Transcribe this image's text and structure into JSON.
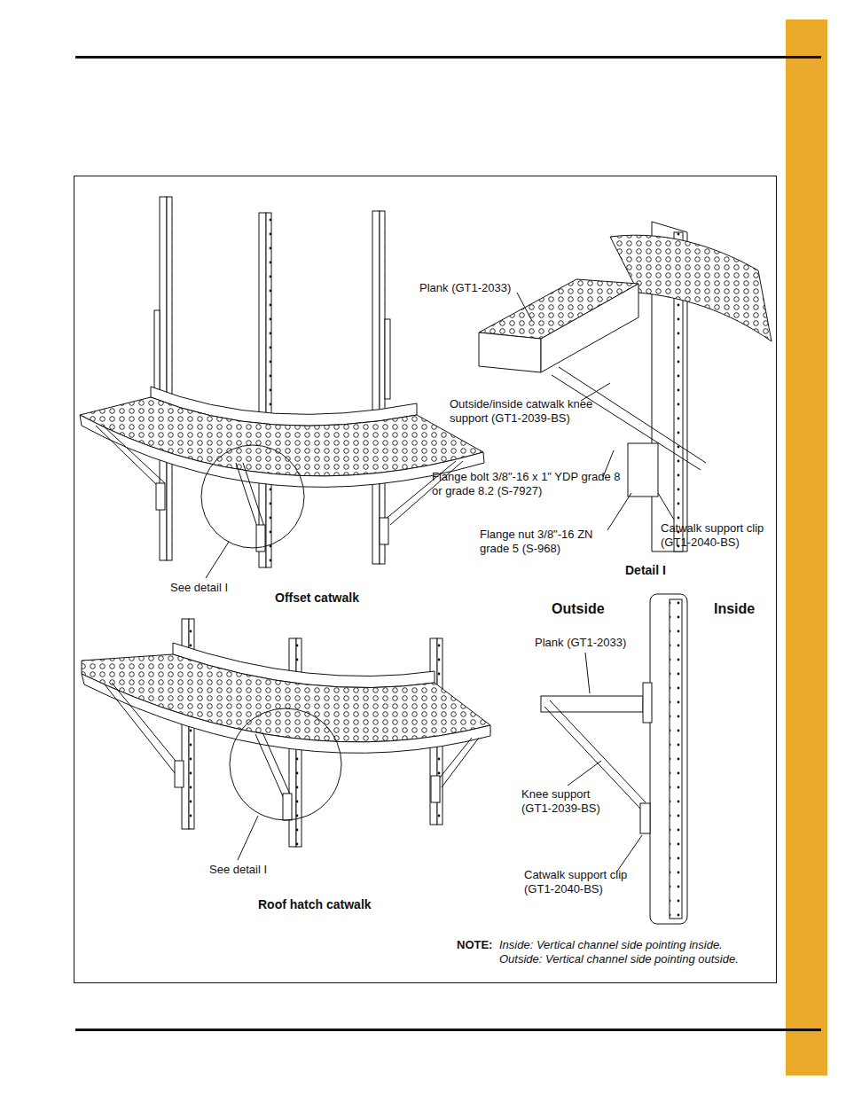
{
  "diagram": {
    "labels": [
      "Plank (GT1-2033)",
      "Outside/inside catwalk knee support (GT1-2039-BS)",
      "Flange bolt 3/8\"-16 x 1\" YDP grade 8 or grade 8.2 (S-7927)",
      "Flange nut 3/8\"-16 ZN grade 5 (S-968)",
      "Catwalk support clip (GT1-2040-BS)",
      "See detail I",
      "Offset catwalk",
      "Detail I",
      "Outside",
      "Inside",
      "Plank (GT1-2033)",
      "Knee support (GT1-2039-BS)",
      "Catwalk support clip (GT1-2040-BS)",
      "See detail I",
      "Roof hatch catwalk",
      "NOTE:",
      "Inside: Vertical channel side pointing inside.",
      "Outside: Vertical channel side pointing outside."
    ]
  }
}
